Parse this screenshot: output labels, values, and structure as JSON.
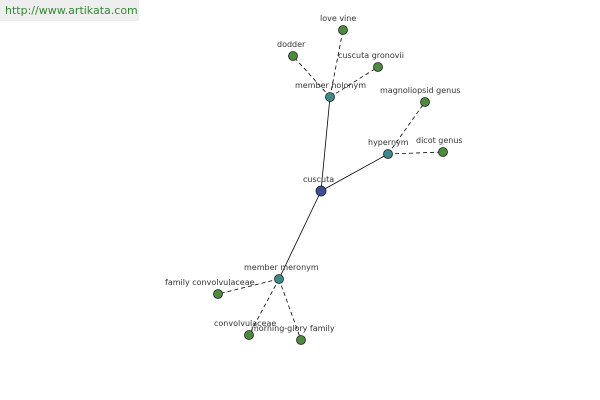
{
  "banner": {
    "url_text": "http://www.artikata.com"
  },
  "colors": {
    "center_node": "#3a4f96",
    "relation_node": "#3d8a8a",
    "leaf_node": "#4e8a3e",
    "node_stroke": "#222222",
    "edge": "#000000",
    "banner_bg": "#eeeeee",
    "banner_text": "#338a33"
  },
  "graph": {
    "nodes": [
      {
        "id": "cuscuta",
        "label": "cuscuta",
        "kind": "center"
      },
      {
        "id": "member-holonym",
        "label": "member holonym",
        "kind": "relation"
      },
      {
        "id": "hypernym",
        "label": "hypernym",
        "kind": "relation"
      },
      {
        "id": "member-meronym",
        "label": "member meronym",
        "kind": "relation"
      },
      {
        "id": "love-vine",
        "label": "love vine",
        "kind": "leaf"
      },
      {
        "id": "dodder",
        "label": "dodder",
        "kind": "leaf"
      },
      {
        "id": "cuscuta-gronovii",
        "label": "cuscuta gronovii",
        "kind": "leaf"
      },
      {
        "id": "magnoliopsid-genus",
        "label": "magnoliopsid genus",
        "kind": "leaf"
      },
      {
        "id": "dicot-genus",
        "label": "dicot genus",
        "kind": "leaf"
      },
      {
        "id": "family-convolvulaceae",
        "label": "family convolvulaceae",
        "kind": "leaf"
      },
      {
        "id": "convolvulaceae",
        "label": "convolvulaceae",
        "kind": "leaf"
      },
      {
        "id": "morning-glory-family",
        "label": "morning-glory family",
        "kind": "leaf"
      }
    ],
    "edges": [
      {
        "from": "cuscuta",
        "to": "member-holonym",
        "style": "solid"
      },
      {
        "from": "cuscuta",
        "to": "hypernym",
        "style": "solid"
      },
      {
        "from": "cuscuta",
        "to": "member-meronym",
        "style": "solid"
      },
      {
        "from": "member-holonym",
        "to": "love-vine",
        "style": "dashed"
      },
      {
        "from": "member-holonym",
        "to": "dodder",
        "style": "dashed"
      },
      {
        "from": "member-holonym",
        "to": "cuscuta-gronovii",
        "style": "dashed"
      },
      {
        "from": "hypernym",
        "to": "magnoliopsid-genus",
        "style": "dashed"
      },
      {
        "from": "hypernym",
        "to": "dicot-genus",
        "style": "dashed"
      },
      {
        "from": "member-meronym",
        "to": "family-convolvulaceae",
        "style": "dashed"
      },
      {
        "from": "member-meronym",
        "to": "convolvulaceae",
        "style": "dashed"
      },
      {
        "from": "member-meronym",
        "to": "morning-glory-family",
        "style": "dashed"
      }
    ]
  }
}
